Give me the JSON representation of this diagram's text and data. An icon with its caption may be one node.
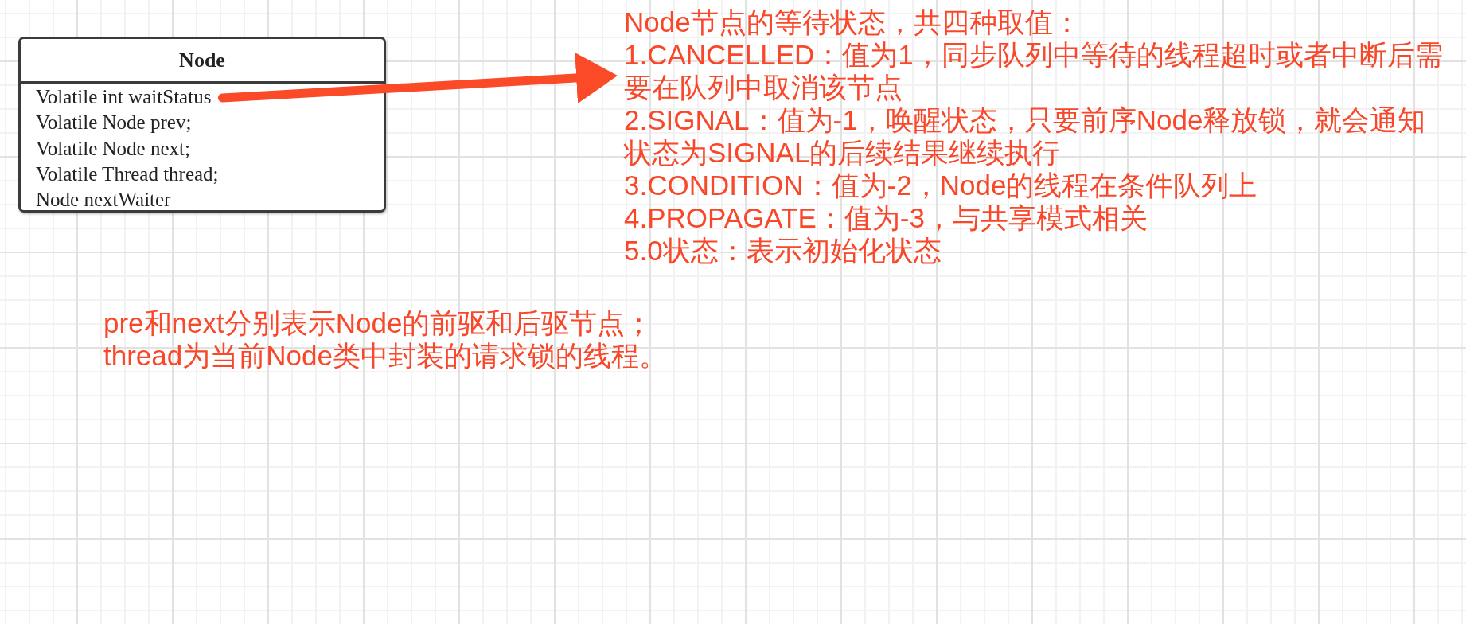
{
  "diagram": {
    "nodes": [
      {
        "text": [
          "Node"
        ]
      },
      {
        "text": [
          "Volatile int waitStatus"
        ],
        "in": 0
      },
      {
        "text": [
          "Volatile Node prev;"
        ],
        "in": 0
      },
      {
        "text": [
          "Volatile Node next;"
        ],
        "in": 0
      },
      {
        "text": [
          "Volatile Thread thread;"
        ],
        "in": 0
      },
      {
        "text": [
          "Node nextWaiter"
        ],
        "in": 0
      },
      {
        "text": [
          "Node节点的等待状态，共四种取值：",
          "1.CANCELLED：值为1，同步队列中等待的线程超时或者中断后需要在队列中取消该节点",
          "2.SIGNAL：值为-1，唤醒状态，只要前序Node释放锁，就会通知状态为SIGNAL的后续结果继续执行",
          "3.CONDITION：值为-2，Node的线程在条件队列上",
          "4.PROPAGATE：值为-3，与共享模式相关",
          "5.0状态：表示初始化状态"
        ]
      }
    ],
    "edges": [
      {
        "from": 1,
        "to": 6,
        "arrow": "to",
        "color": "#fb4a27"
      }
    ],
    "labels": [
      "pre和next分别表示Node的前驱和后驱节点；",
      "thread为当前Node类中封装的请求锁的线程。"
    ]
  }
}
